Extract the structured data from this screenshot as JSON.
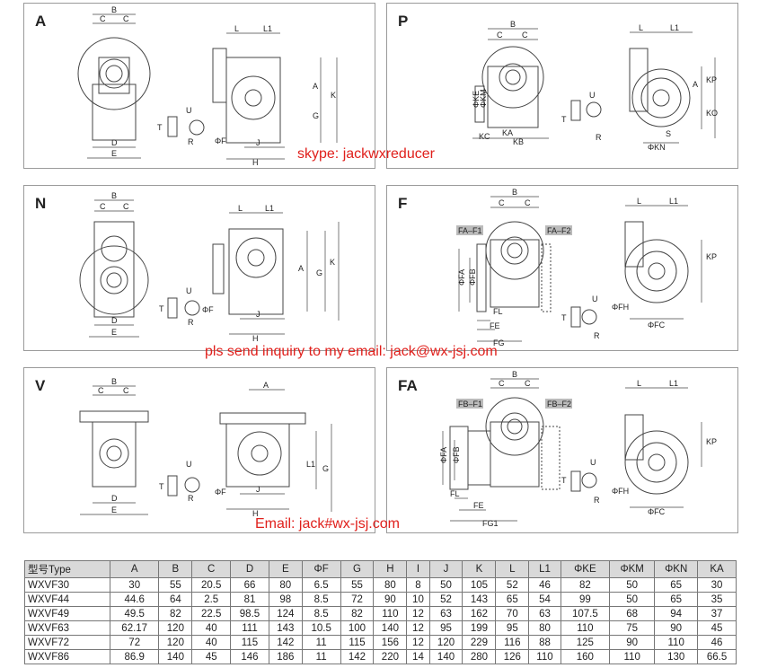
{
  "panels": [
    {
      "id": "A",
      "label": "A"
    },
    {
      "id": "P",
      "label": "P"
    },
    {
      "id": "N",
      "label": "N"
    },
    {
      "id": "F",
      "label": "F"
    },
    {
      "id": "V",
      "label": "V"
    },
    {
      "id": "FA",
      "label": "FA"
    }
  ],
  "dim_labels": {
    "A": [
      "B",
      "C",
      "C",
      "D",
      "E",
      "L",
      "L1",
      "A",
      "K",
      "G",
      "U",
      "T",
      "R",
      "ΦF",
      "J",
      "H"
    ],
    "P": [
      "B",
      "C",
      "C",
      "ΦKE",
      "ΦKM",
      "KC",
      "KA",
      "KB",
      "L",
      "L1",
      "A",
      "KP",
      "KO",
      "S",
      "ΦKN",
      "U",
      "T",
      "R"
    ],
    "N": [
      "B",
      "C",
      "C",
      "D",
      "E",
      "L",
      "L1",
      "A",
      "G",
      "K",
      "U",
      "T",
      "R",
      "ΦF",
      "J",
      "H"
    ],
    "F": [
      "B",
      "C",
      "C",
      "FA–F1",
      "FA–F2",
      "ΦFA",
      "ΦFB",
      "FL",
      "FE",
      "FG",
      "L",
      "L1",
      "KP",
      "ΦFH",
      "ΦFC",
      "U",
      "T",
      "R"
    ],
    "V": [
      "B",
      "C",
      "C",
      "D",
      "E",
      "A",
      "L1",
      "G",
      "U",
      "T",
      "R",
      "ΦF",
      "J",
      "H"
    ],
    "FA": [
      "B",
      "C",
      "C",
      "FB–F1",
      "FB–F2",
      "ΦFA",
      "ΦFB",
      "FL",
      "FE",
      "FG1",
      "L",
      "L1",
      "KP",
      "ΦFH",
      "ΦFC",
      "U",
      "T",
      "R"
    ]
  },
  "watermarks": {
    "skype": "skype: jackwxreducer",
    "inquiry": "pls send inquiry to my email: jack@wx-jsj.com",
    "email": "Email: jack#wx-jsj.com"
  },
  "table": {
    "headers": [
      "型号Type",
      "A",
      "B",
      "C",
      "D",
      "E",
      "ΦF",
      "G",
      "H",
      "I",
      "J",
      "K",
      "L",
      "L1",
      "ΦKE",
      "ΦKM",
      "ΦKN",
      "KA"
    ],
    "rows": [
      [
        "WXVF30",
        "30",
        "55",
        "20.5",
        "66",
        "80",
        "6.5",
        "55",
        "80",
        "8",
        "50",
        "105",
        "52",
        "46",
        "82",
        "50",
        "65",
        "30"
      ],
      [
        "WXVF44",
        "44.6",
        "64",
        "2.5",
        "81",
        "98",
        "8.5",
        "72",
        "90",
        "10",
        "52",
        "143",
        "65",
        "54",
        "99",
        "50",
        "65",
        "35"
      ],
      [
        "WXVF49",
        "49.5",
        "82",
        "22.5",
        "98.5",
        "124",
        "8.5",
        "82",
        "110",
        "12",
        "63",
        "162",
        "70",
        "63",
        "107.5",
        "68",
        "94",
        "37"
      ],
      [
        "WXVF63",
        "62.17",
        "120",
        "40",
        "111",
        "143",
        "10.5",
        "100",
        "140",
        "12",
        "95",
        "199",
        "95",
        "80",
        "110",
        "75",
        "90",
        "45"
      ],
      [
        "WXVF72",
        "72",
        "120",
        "40",
        "115",
        "142",
        "11",
        "115",
        "156",
        "12",
        "120",
        "229",
        "116",
        "88",
        "125",
        "90",
        "110",
        "46"
      ],
      [
        "WXVF86",
        "86.9",
        "140",
        "45",
        "146",
        "186",
        "11",
        "142",
        "220",
        "14",
        "140",
        "280",
        "126",
        "110",
        "160",
        "110",
        "130",
        "66.5"
      ]
    ]
  }
}
